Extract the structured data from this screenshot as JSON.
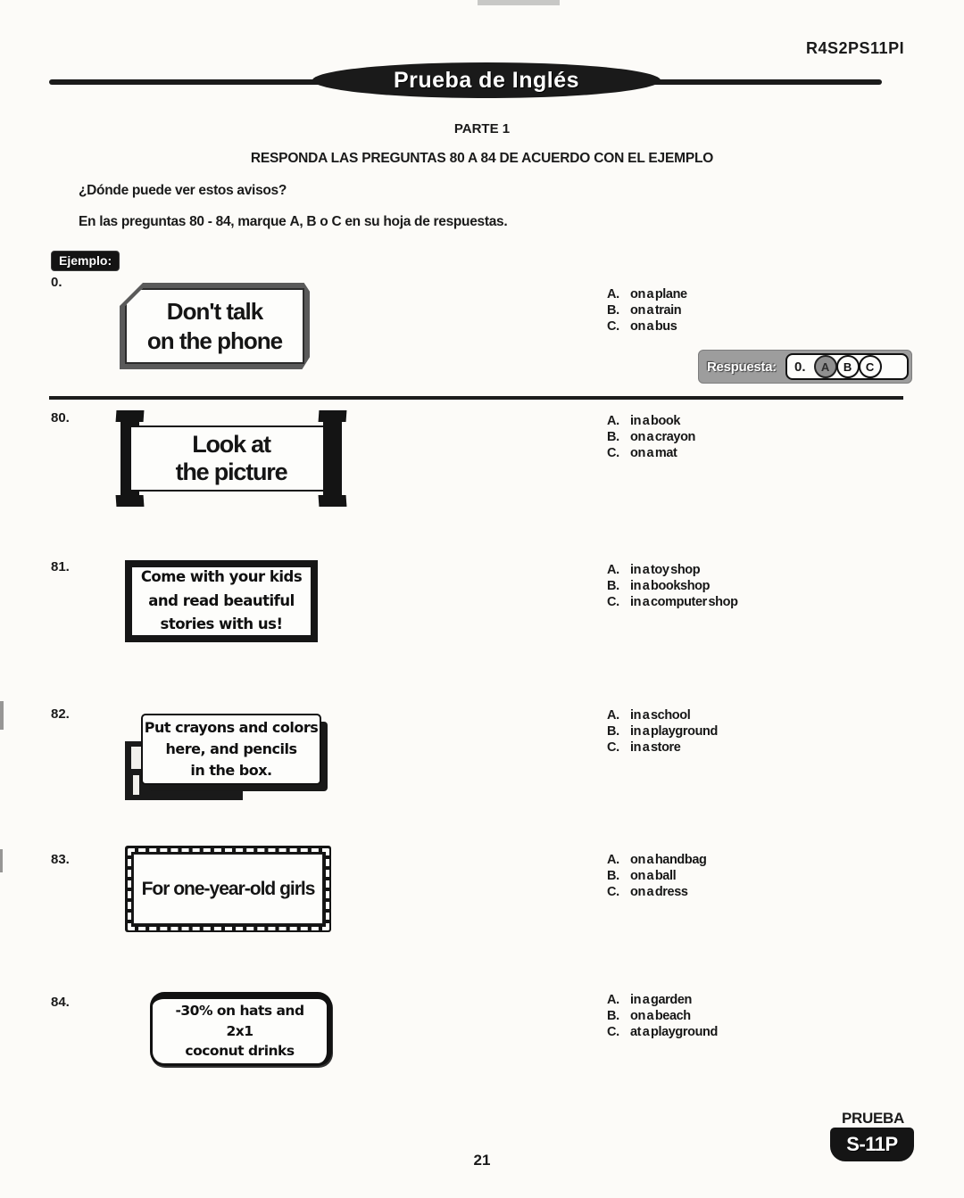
{
  "colors": {
    "ink": "#1a1a1a",
    "paper": "#fcfbf8",
    "answer_box_gray": "#9d9d9d",
    "badge_black": "#151515"
  },
  "page": {
    "code": "R4S2PS11PI",
    "banner_title": "Prueba de Inglés",
    "part": "PARTE 1",
    "instruction": "RESPONDA LAS PREGUNTAS 80 A 84 DE ACUERDO CON EL EJEMPLO",
    "question_prompt": "¿Dónde puede ver estos avisos?",
    "mark_parts": [
      "En las preguntas ",
      "80 - 84",
      ", marque ",
      "A, B o C",
      " en su hoja de respuestas."
    ],
    "example_label": "Ejemplo:",
    "page_number": "21",
    "footer_label": "PRUEBA",
    "footer_badge": "S-11P"
  },
  "example": {
    "number": "0.",
    "sign_lines": [
      "Don't talk",
      "on the phone"
    ],
    "options": [
      {
        "letter": "A.",
        "text": "on a plane"
      },
      {
        "letter": "B.",
        "text": "on a train"
      },
      {
        "letter": "C.",
        "text": "on a bus"
      }
    ],
    "respuesta": {
      "label": "Respuesta:",
      "number": "0.",
      "choices": [
        "A",
        "B",
        "C"
      ],
      "selected": "A"
    }
  },
  "questions": [
    {
      "number": "80.",
      "sign_lines": [
        "Look at",
        "the picture"
      ],
      "options": [
        {
          "letter": "A.",
          "text": "in a book"
        },
        {
          "letter": "B.",
          "text": "on a crayon"
        },
        {
          "letter": "C.",
          "text": "on a mat"
        }
      ]
    },
    {
      "number": "81.",
      "sign_lines": [
        "Come with your kids",
        "and read beautiful",
        "stories with us!"
      ],
      "options": [
        {
          "letter": "A.",
          "text": "in a toy shop"
        },
        {
          "letter": "B.",
          "text": "in a bookshop"
        },
        {
          "letter": "C.",
          "text": "in a computer shop"
        }
      ]
    },
    {
      "number": "82.",
      "sign_lines": [
        "Put crayons and colors",
        "here, and pencils",
        "in the box."
      ],
      "options": [
        {
          "letter": "A.",
          "text": "in a school"
        },
        {
          "letter": "B.",
          "text": "in a playground"
        },
        {
          "letter": "C.",
          "text": "in a store"
        }
      ]
    },
    {
      "number": "83.",
      "sign_lines": [
        "For one-year-old girls"
      ],
      "options": [
        {
          "letter": "A.",
          "text": "on a handbag"
        },
        {
          "letter": "B.",
          "text": "on a ball"
        },
        {
          "letter": "C.",
          "text": "on a dress"
        }
      ]
    },
    {
      "number": "84.",
      "sign_lines": [
        "-30% on hats and",
        "2x1",
        "coconut drinks"
      ],
      "options": [
        {
          "letter": "A.",
          "text": "in a garden"
        },
        {
          "letter": "B.",
          "text": "on a beach"
        },
        {
          "letter": "C.",
          "text": "at a playground"
        }
      ]
    }
  ]
}
